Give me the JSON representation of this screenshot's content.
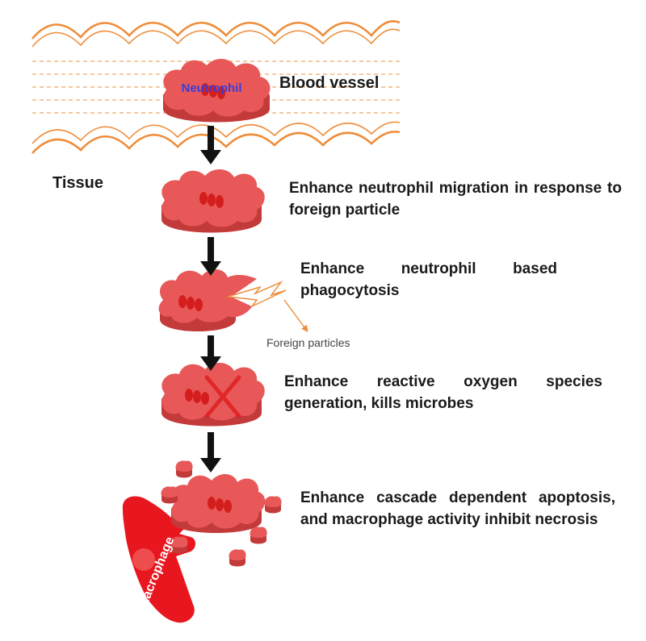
{
  "labels": {
    "neutrophil": "Neutrophil",
    "blood_vessel": "Blood vessel",
    "tissue": "Tissue",
    "foreign_particles": "Foreign particles",
    "macrophage": "Macrophage"
  },
  "steps": [
    {
      "text": "Enhance neutrophil migration in response to foreign particle"
    },
    {
      "text": "Enhance neutrophil based phagocytosis"
    },
    {
      "text": "Enhance reactive oxygen species generation, kills microbes"
    },
    {
      "text": "Enhance cascade dependent apoptosis, and macrophage activity inhibit necrosis"
    }
  ],
  "colors": {
    "cell_top": "#E85858",
    "cell_side": "#C23A3A",
    "nucleus": "#D41E1E",
    "vessel_wave": "#EE8D3A",
    "x_mark": "#E02020",
    "macrophage": "#E8161E",
    "neutrophil_label": "#3C3CD8",
    "arrow": "#111111"
  }
}
